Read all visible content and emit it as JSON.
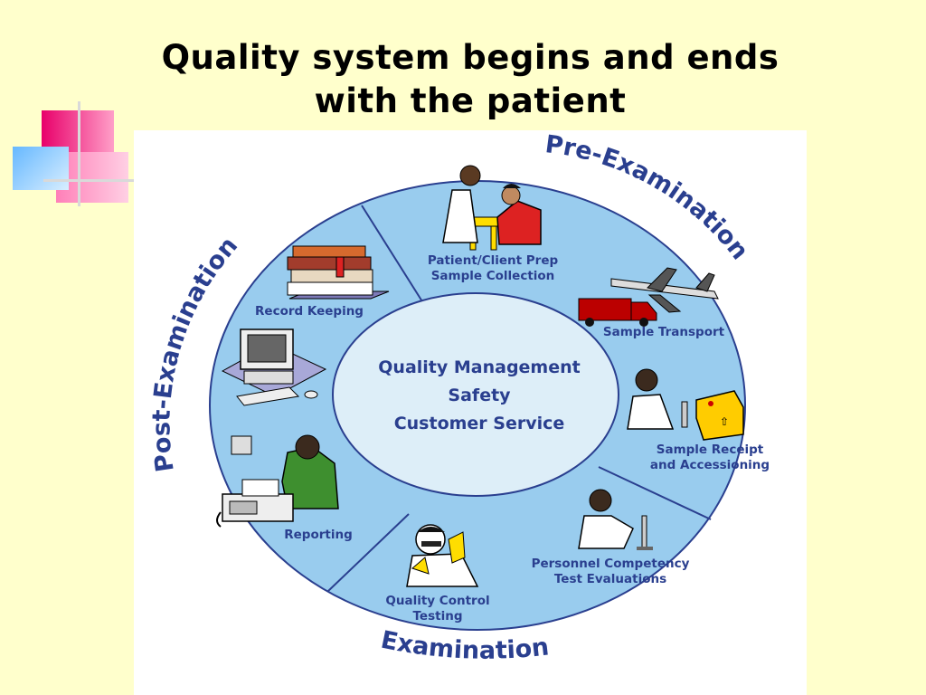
{
  "title": {
    "line1": "Quality system begins and ends",
    "line2": "with the patient"
  },
  "phases": {
    "pre": "Pre-Examination",
    "post": "Post-Examination",
    "exam": "Examination"
  },
  "center": {
    "line1": "Quality Management",
    "line2": "Safety",
    "line3": "Customer Service"
  },
  "steps": {
    "collection": {
      "line1": "Patient/Client Prep",
      "line2": "Sample Collection"
    },
    "transport": {
      "line1": "Sample Transport"
    },
    "receipt": {
      "line1": "Sample Receipt",
      "line2": "and Accessioning"
    },
    "personnel": {
      "line1": "Personnel Competency",
      "line2": "Test Evaluations"
    },
    "qc": {
      "line1": "Quality Control",
      "line2": "Testing"
    },
    "reporting": {
      "line1": "Reporting"
    },
    "records": {
      "line1": "Record Keeping"
    }
  },
  "colors": {
    "background": "#ffffcc",
    "ring": "#99ccee",
    "inner": "#ddeef8",
    "text": "#2a3f8f",
    "outline": "#2a3f8f"
  },
  "icons": {
    "collection": "phlebotomist-icon",
    "transport": "airplane-truck-icon",
    "receipt": "package-icon",
    "personnel": "lab-technician-icon",
    "qc": "microscope-worker-icon",
    "reporting": "fax-phone-icon",
    "records": "books-icon",
    "computer": "computer-icon"
  }
}
